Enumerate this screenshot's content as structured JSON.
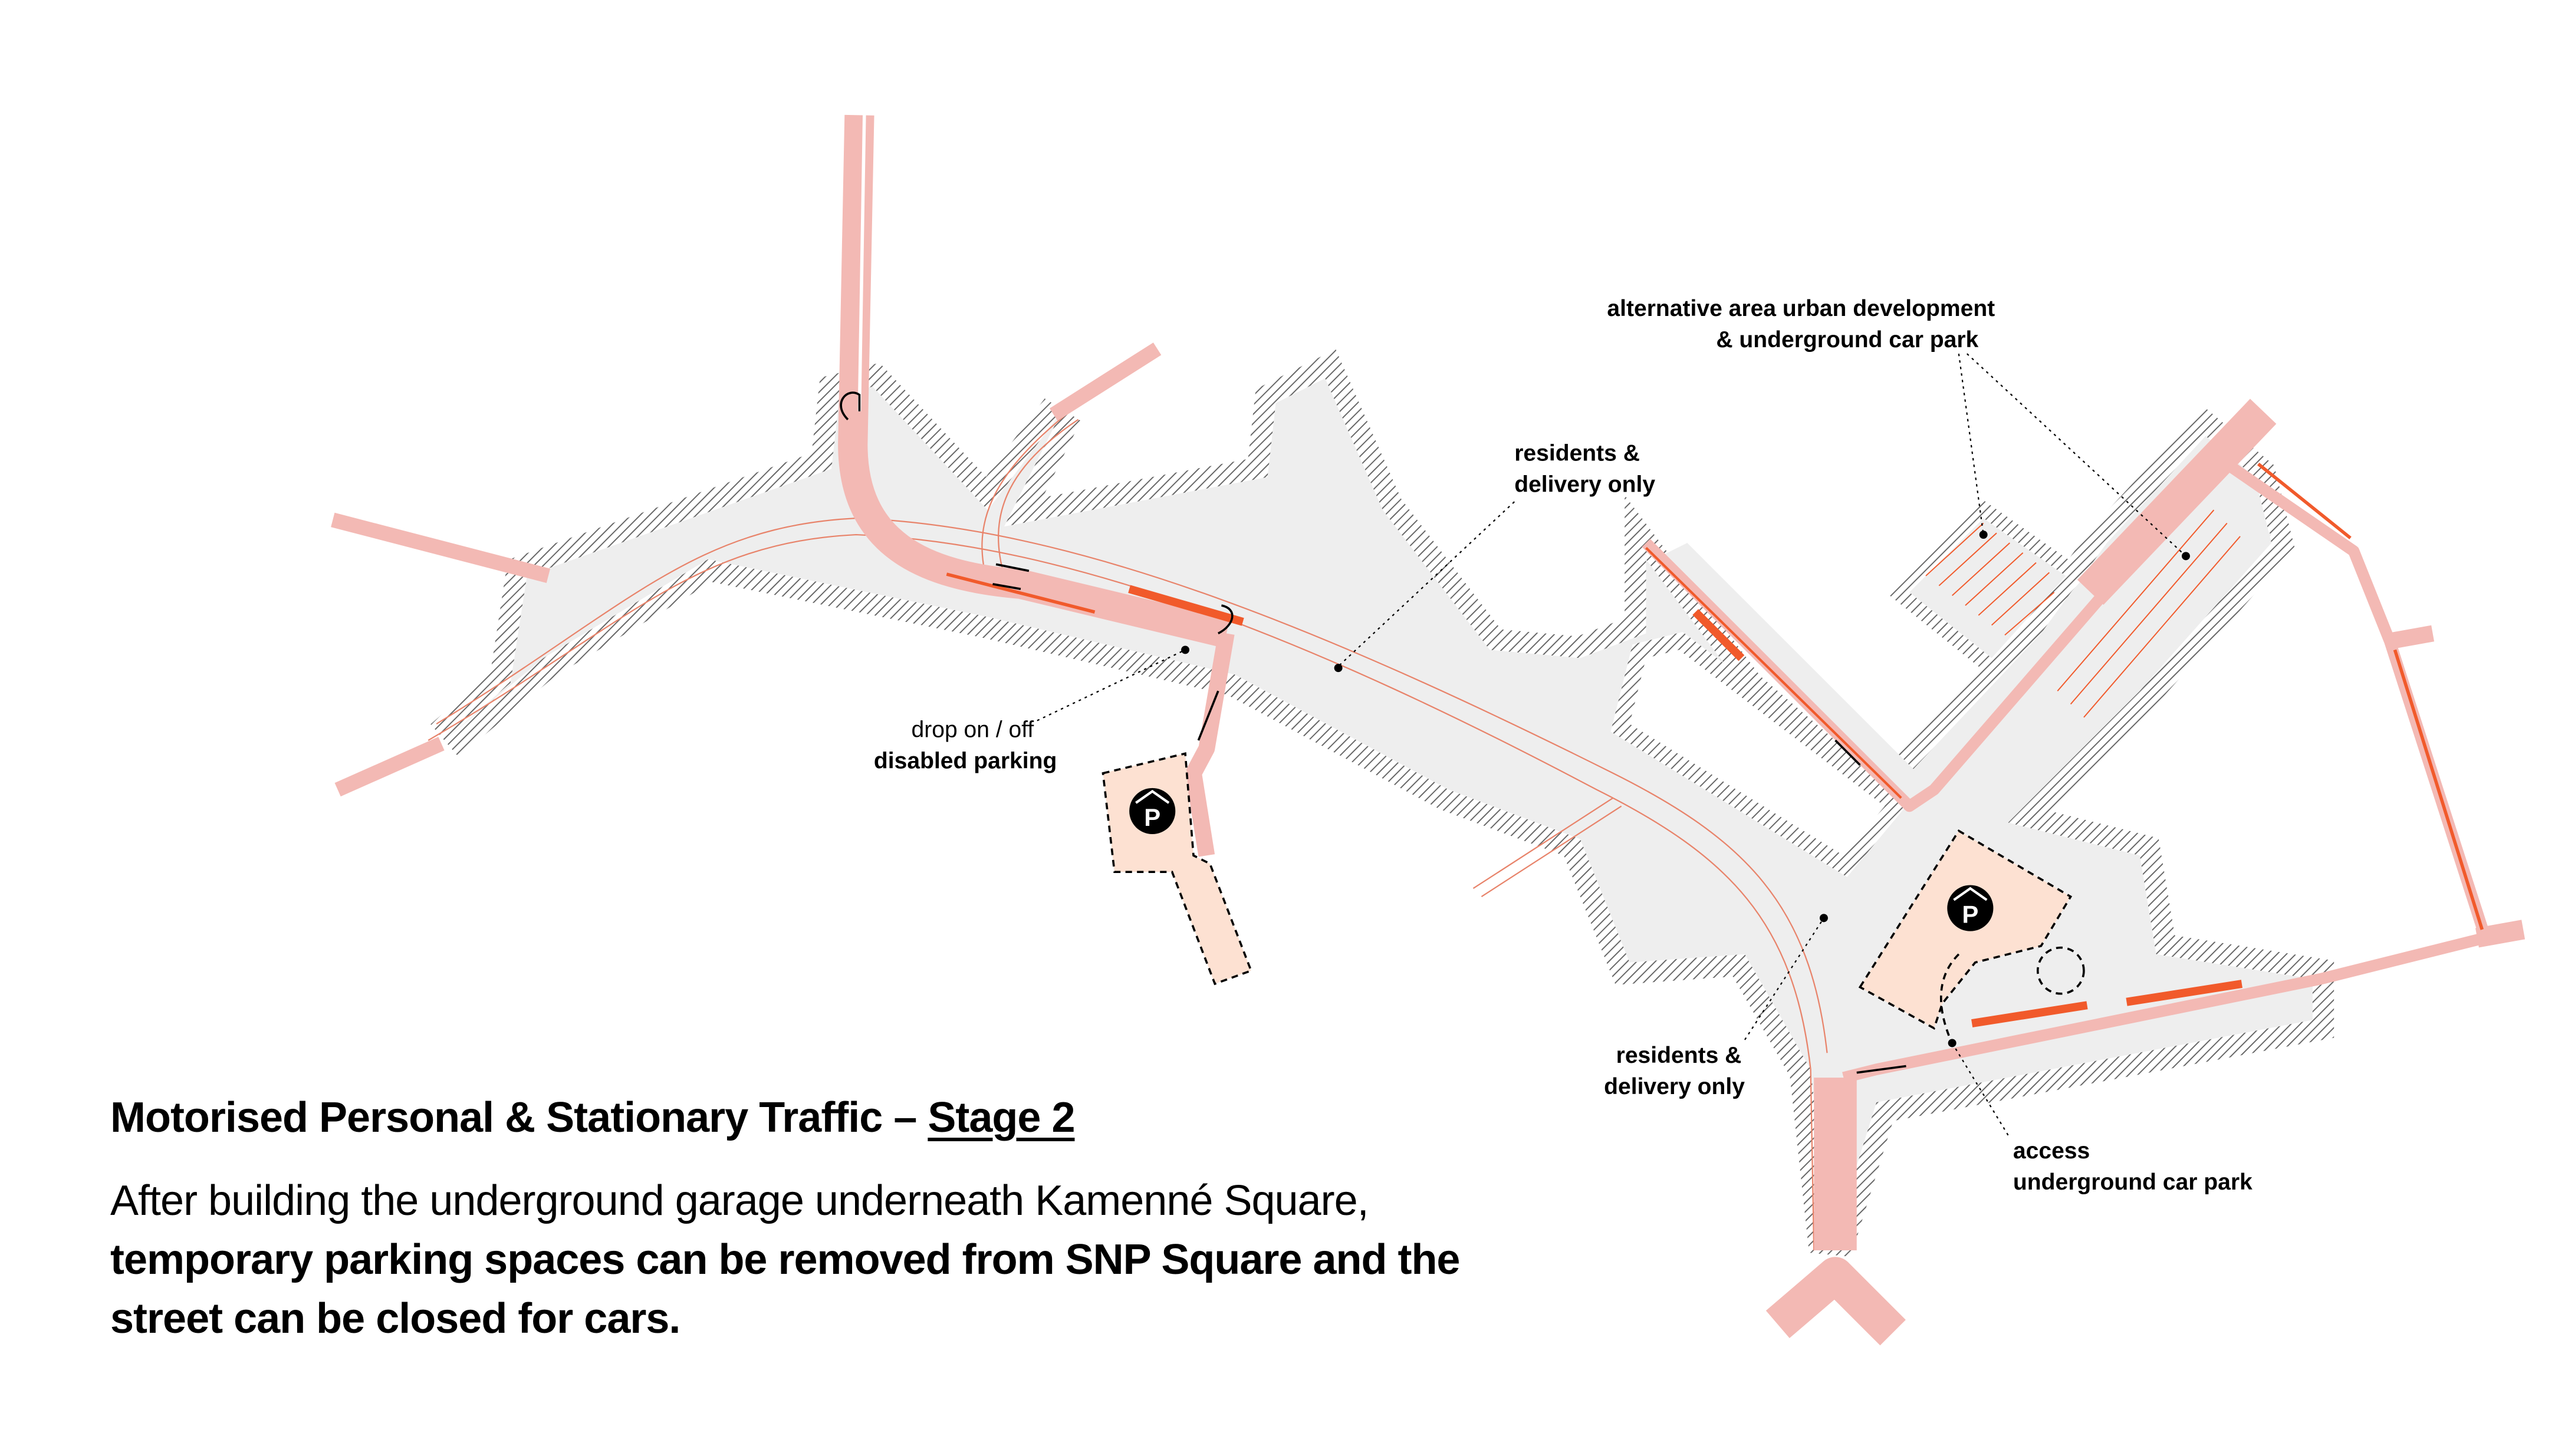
{
  "title": {
    "main": "Motorised Personal & Stationary Traffic – ",
    "stage": "Stage 2"
  },
  "description": {
    "normal": "After building the underground garage underneath Kamenné Square,",
    "bold_1": "temporary parking spaces can be removed from SNP Square and the",
    "bold_2": "street can be closed for cars."
  },
  "labels": {
    "alt_area_1": "alternative area urban development",
    "alt_area_2": "& underground car park",
    "residents_top_1": "residents &",
    "residents_top_2": "delivery only",
    "residents_bottom_1": "residents &",
    "residents_bottom_2": "delivery only",
    "dropoff_1": "drop on / off",
    "dropoff_2": "disabled parking",
    "access_1": "access",
    "access_2": "underground car park"
  },
  "icons": {
    "parking": "parking-garage-icon",
    "parking_letter": "P"
  },
  "colors": {
    "road": "#f3b9b4",
    "square": "#eeeeee",
    "parking_bar": "#f15a2b",
    "garage": "#fde1d2",
    "hatch": "#666666"
  }
}
